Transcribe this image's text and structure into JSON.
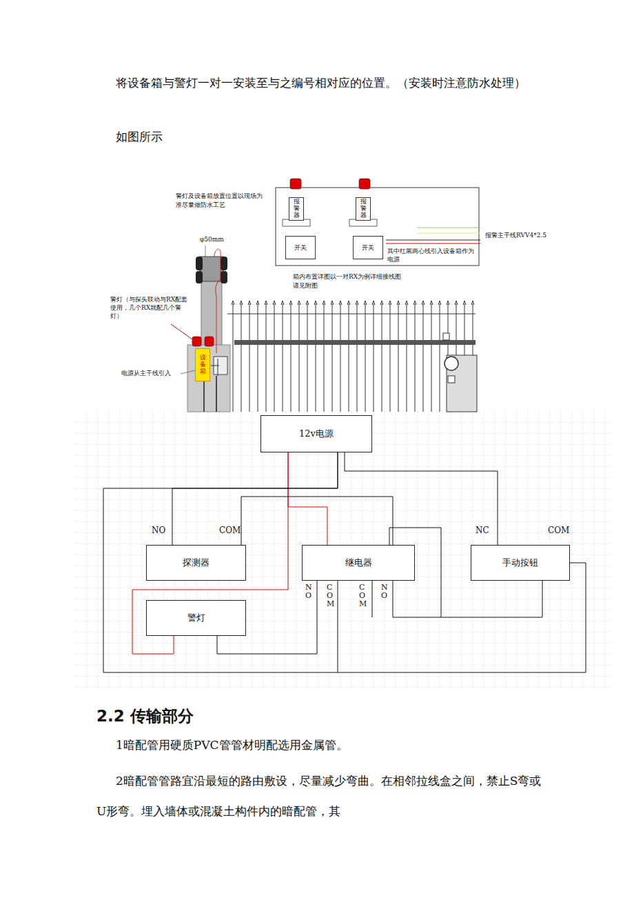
{
  "diagram": {
    "nodes": [
      {
        "text": [
          "报警器"
        ]
      },
      {
        "text": [
          "报警器"
        ]
      },
      {
        "text": [
          "开关"
        ]
      },
      {
        "text": [
          "开关"
        ]
      },
      {
        "text": [
          "设备箱"
        ]
      },
      {
        "text": [
          "12v电源"
        ]
      },
      {
        "text": [
          "探测器"
        ]
      },
      {
        "text": [
          "继电器"
        ]
      },
      {
        "text": [
          "手动按钮"
        ]
      },
      {
        "text": [
          "警灯"
        ]
      }
    ],
    "edges": [
      {
        "from": 5,
        "to": 7,
        "arrow": "none"
      },
      {
        "from": 5,
        "to": 9,
        "arrow": "none"
      },
      {
        "from": 5,
        "to": 6,
        "arrow": "none"
      },
      {
        "from": 5,
        "to": 8,
        "arrow": "none"
      },
      {
        "from": 5,
        "to": 8,
        "arrow": "none"
      },
      {
        "from": 6,
        "to": 7,
        "arrow": "none"
      },
      {
        "from": 7,
        "to": 9,
        "arrow": "none"
      },
      {
        "from": 7,
        "to": 8,
        "arrow": "none"
      }
    ],
    "labels": [
      "将设备箱与警灯一对一安装至与之编号相对应的位置。（安装时注意防水处理）",
      "如图所示",
      "警灯及设备箱放置位置以现场为准尽量做防水工艺",
      "报警主干线RVV4*2.5",
      "其中红黑两心线引入设备箱作为电源",
      "箱内布置详图以一对RX为例详细接线图请见附图",
      "φ50mm",
      "警灯（与探头联动与RX配套使用，几个RX就配几个警灯）",
      "电源从主干线引入",
      "NO",
      "COM",
      "NC",
      "COM",
      "NO",
      "COM",
      "COM",
      "NO",
      "2.2 传输部分",
      "1暗配管用硬质PVC管管材明配选用金属管。",
      "2暗配管管路宜沿最短的路由敷设，尽量减少弯曲。在相邻拉线盒之间，禁止S弯或U形弯。埋入墙体或混凝土构件内的暗配管，其"
    ]
  }
}
